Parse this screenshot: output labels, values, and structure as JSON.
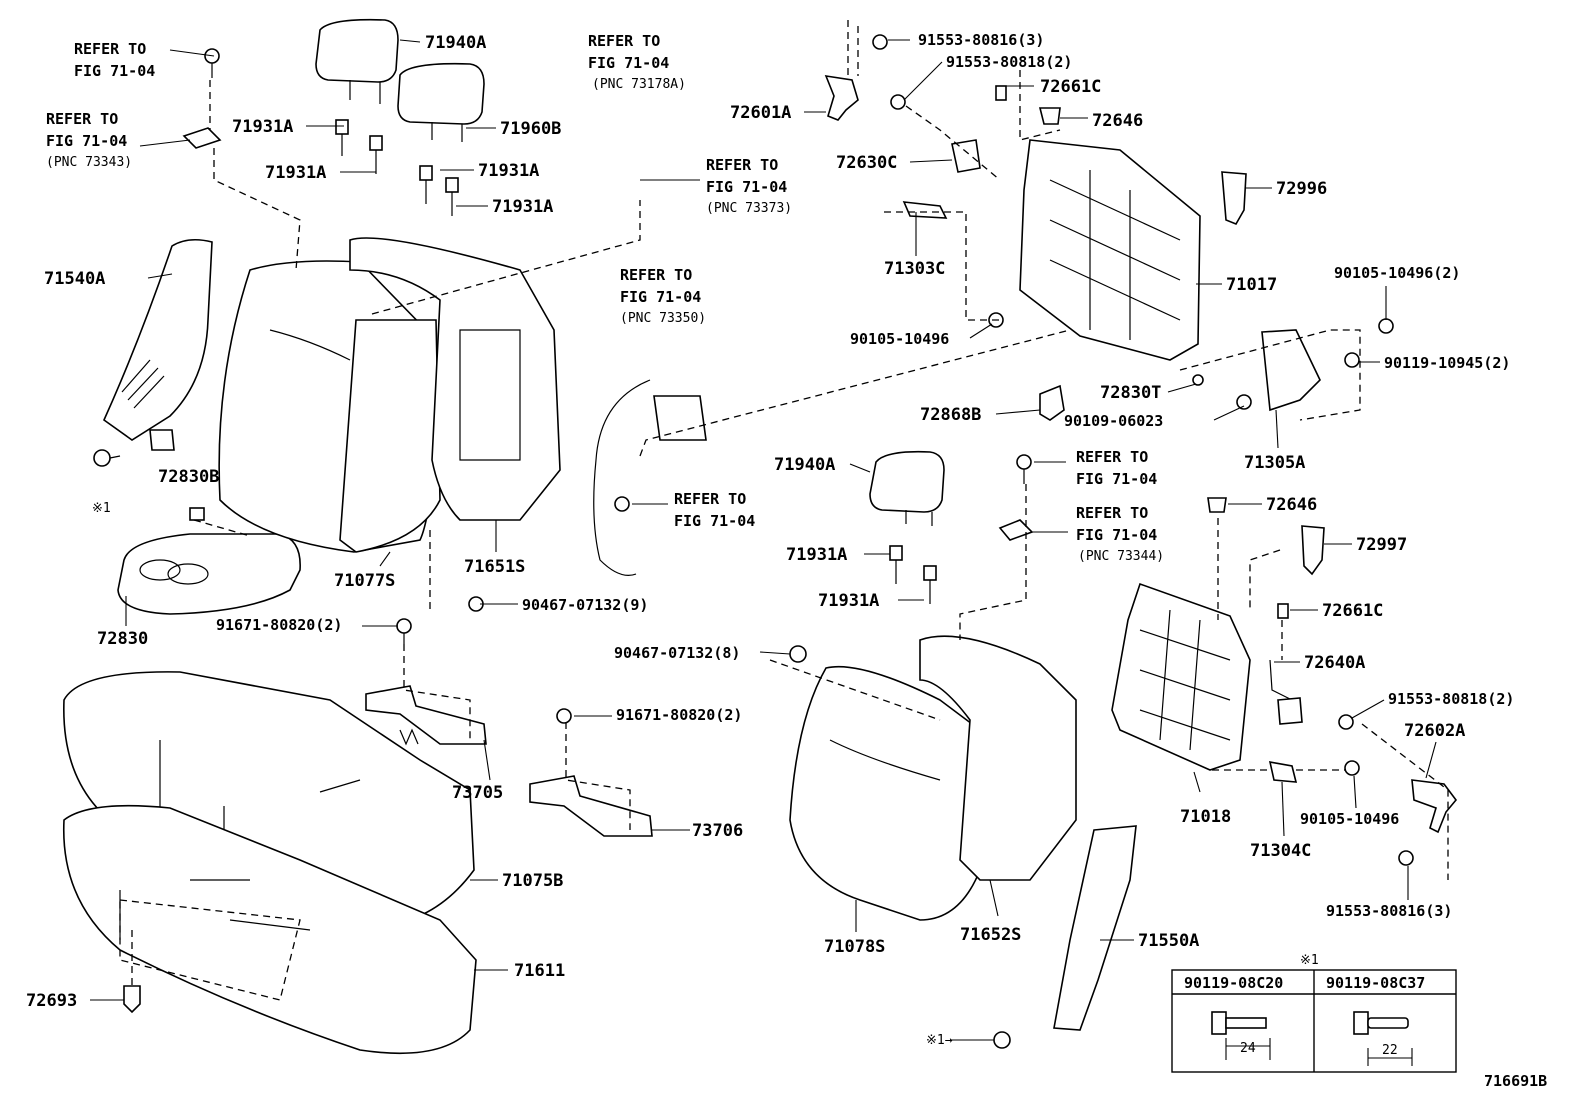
{
  "labels": {
    "p71940A_top": "71940A",
    "p71931A_1": "71931A",
    "p71960B": "71960B",
    "p71931A_2": "71931A",
    "p71931A_3": "71931A",
    "p71931A_4": "71931A",
    "p71540A": "71540A",
    "p72830B": "72830B",
    "p72830": "72830",
    "p71077S": "71077S",
    "p71651S": "71651S",
    "p91671_1": "91671-80820(2)",
    "p90467_9": "90467-07132(9)",
    "p73705": "73705",
    "p71075B": "71075B",
    "p71611": "71611",
    "p72693": "72693",
    "p91553_80816_top": "91553-80816(3)",
    "p91553_80818_top": "91553-80818(2)",
    "p72661C_top": "72661C",
    "p72601A": "72601A",
    "p72646_top": "72646",
    "p72630C": "72630C",
    "p72996": "72996",
    "p71303C": "71303C",
    "p71017": "71017",
    "p90105_10496_2": "90105-10496(2)",
    "p90105_10496_a": "90105-10496",
    "p90119_10945": "90119-10945(2)",
    "p72830T": "72830T",
    "p72868B": "72868B",
    "p90109_06023": "90109-06023",
    "p71305A": "71305A",
    "p71940A_mid": "71940A",
    "p71931A_5": "71931A",
    "p71931A_6": "71931A",
    "p72646_mid": "72646",
    "p72997": "72997",
    "p72661C_mid": "72661C",
    "p72640A": "72640A",
    "p91553_80818_mid": "91553-80818(2)",
    "p72602A": "72602A",
    "p71018": "71018",
    "p90105_10496_b": "90105-10496",
    "p71304C": "71304C",
    "p91553_80816_bot": "91553-80816(3)",
    "p90467_8": "90467-07132(8)",
    "p91671_2": "91671-80820(2)",
    "p73706": "73706",
    "p71078S": "71078S",
    "p71652S": "71652S",
    "p71550A": "71550A",
    "mark1_left": "※1",
    "mark1_bottom": "※1→"
  },
  "refs": {
    "r1": {
      "line1": "REFER TO",
      "line2": "FIG 71-04",
      "pnc": ""
    },
    "r2": {
      "line1": "REFER TO",
      "line2": "FIG 71-04",
      "pnc": "(PNC 73343)"
    },
    "r3": {
      "line1": "REFER TO",
      "line2": "FIG 71-04",
      "pnc": "(PNC 73178A)"
    },
    "r4": {
      "line1": "REFER TO",
      "line2": "FIG 71-04",
      "pnc": "(PNC 73373)"
    },
    "r5": {
      "line1": "REFER TO",
      "line2": "FIG 71-04",
      "pnc": "(PNC 73350)"
    },
    "r6": {
      "line1": "REFER TO",
      "line2": "FIG 71-04",
      "pnc": ""
    },
    "r7": {
      "line1": "REFER TO",
      "line2": "FIG 71-04",
      "pnc": ""
    },
    "r8": {
      "line1": "REFER TO",
      "line2": "FIG 71-04",
      "pnc": "(PNC 73344)"
    }
  },
  "bolt_table": {
    "title": "※1",
    "col1": "90119-08C20",
    "col2": "90119-08C37",
    "dim1": "24",
    "dim2": "22"
  },
  "figure_id": "716691B"
}
